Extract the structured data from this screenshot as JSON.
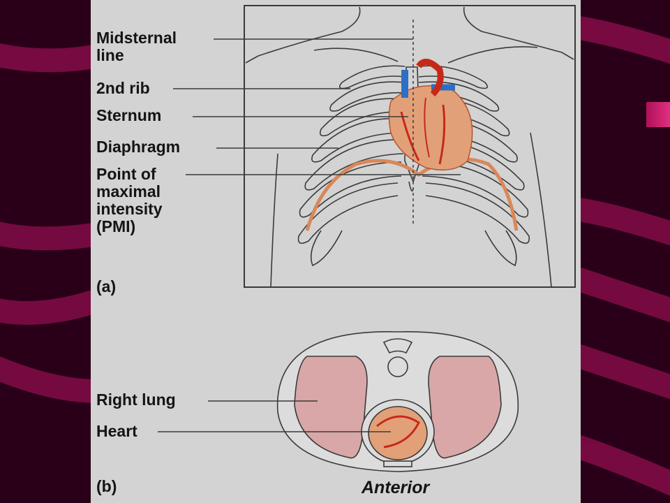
{
  "colors": {
    "background": "#2a0018",
    "stripe": "#7a0b43",
    "panel": "#d3d3d3",
    "lung": "#d9a7a7",
    "heart": "#e2a078",
    "artery_red": "#c82818",
    "vein_blue": "#2d6fc4",
    "outline": "#3a3a3a"
  },
  "figure_a": {
    "label_midsternal_line": "Midsternal\nline",
    "label_2nd_rib": "2nd rib",
    "label_sternum": "Sternum",
    "label_diaphragm": "Diaphragm",
    "label_pmi": "Point of\nmaximal\nintensity\n(PMI)",
    "panel_label": "(a)"
  },
  "figure_b": {
    "label_right_lung": "Right lung",
    "label_heart": "Heart",
    "panel_label": "(b)",
    "anterior_label": "Anterior"
  },
  "icons": [
    "slide-background-stripes",
    "side-tab-marker",
    "thorax-ribcage-drawing",
    "heart-drawing",
    "thorax-cross-section-drawing"
  ]
}
